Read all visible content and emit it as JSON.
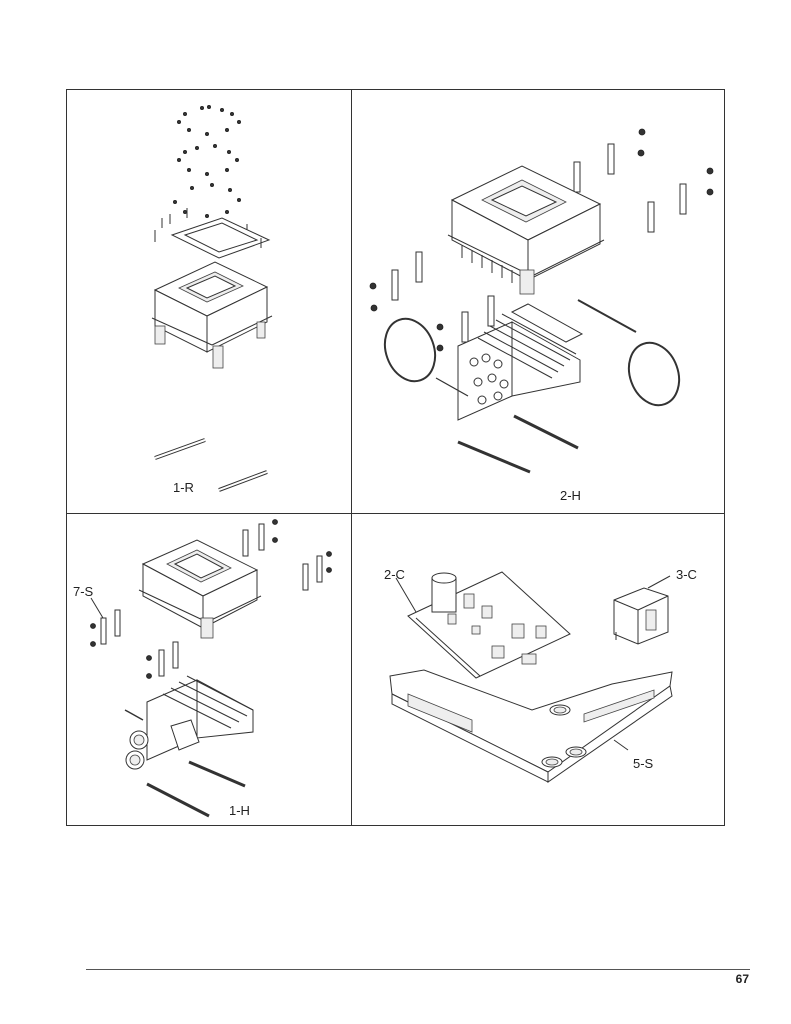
{
  "panels": [
    {
      "id": "top-left",
      "label": "1-R"
    },
    {
      "id": "top-right",
      "label": "2-H"
    },
    {
      "id": "bottom-left",
      "labels": [
        "7-S",
        "1-H"
      ]
    },
    {
      "id": "bottom-right",
      "labels": [
        "2-C",
        "3-C",
        "5-S"
      ]
    }
  ],
  "page_number": "67"
}
